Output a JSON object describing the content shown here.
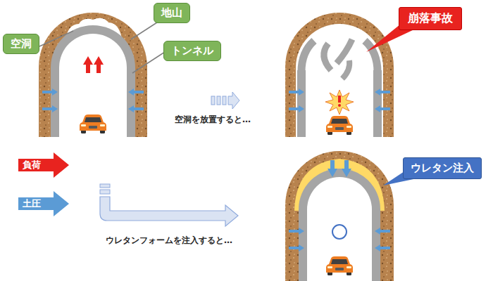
{
  "diagram": {
    "nodes": [
      {
        "text": [
          "地山"
        ]
      },
      {
        "text": [
          "空洞"
        ]
      },
      {
        "text": [
          "トンネル"
        ]
      },
      {
        "text": [
          "崩落事故"
        ]
      },
      {
        "text": [
          "ウレタン注入"
        ]
      }
    ],
    "labels": [
      "空洞を放置すると…",
      "ウレタンフォームを注入すると…"
    ],
    "legend": [
      {
        "text": "負荷",
        "color": "#e8231f"
      },
      {
        "text": "土圧",
        "color": "#5b9bd5"
      }
    ]
  }
}
